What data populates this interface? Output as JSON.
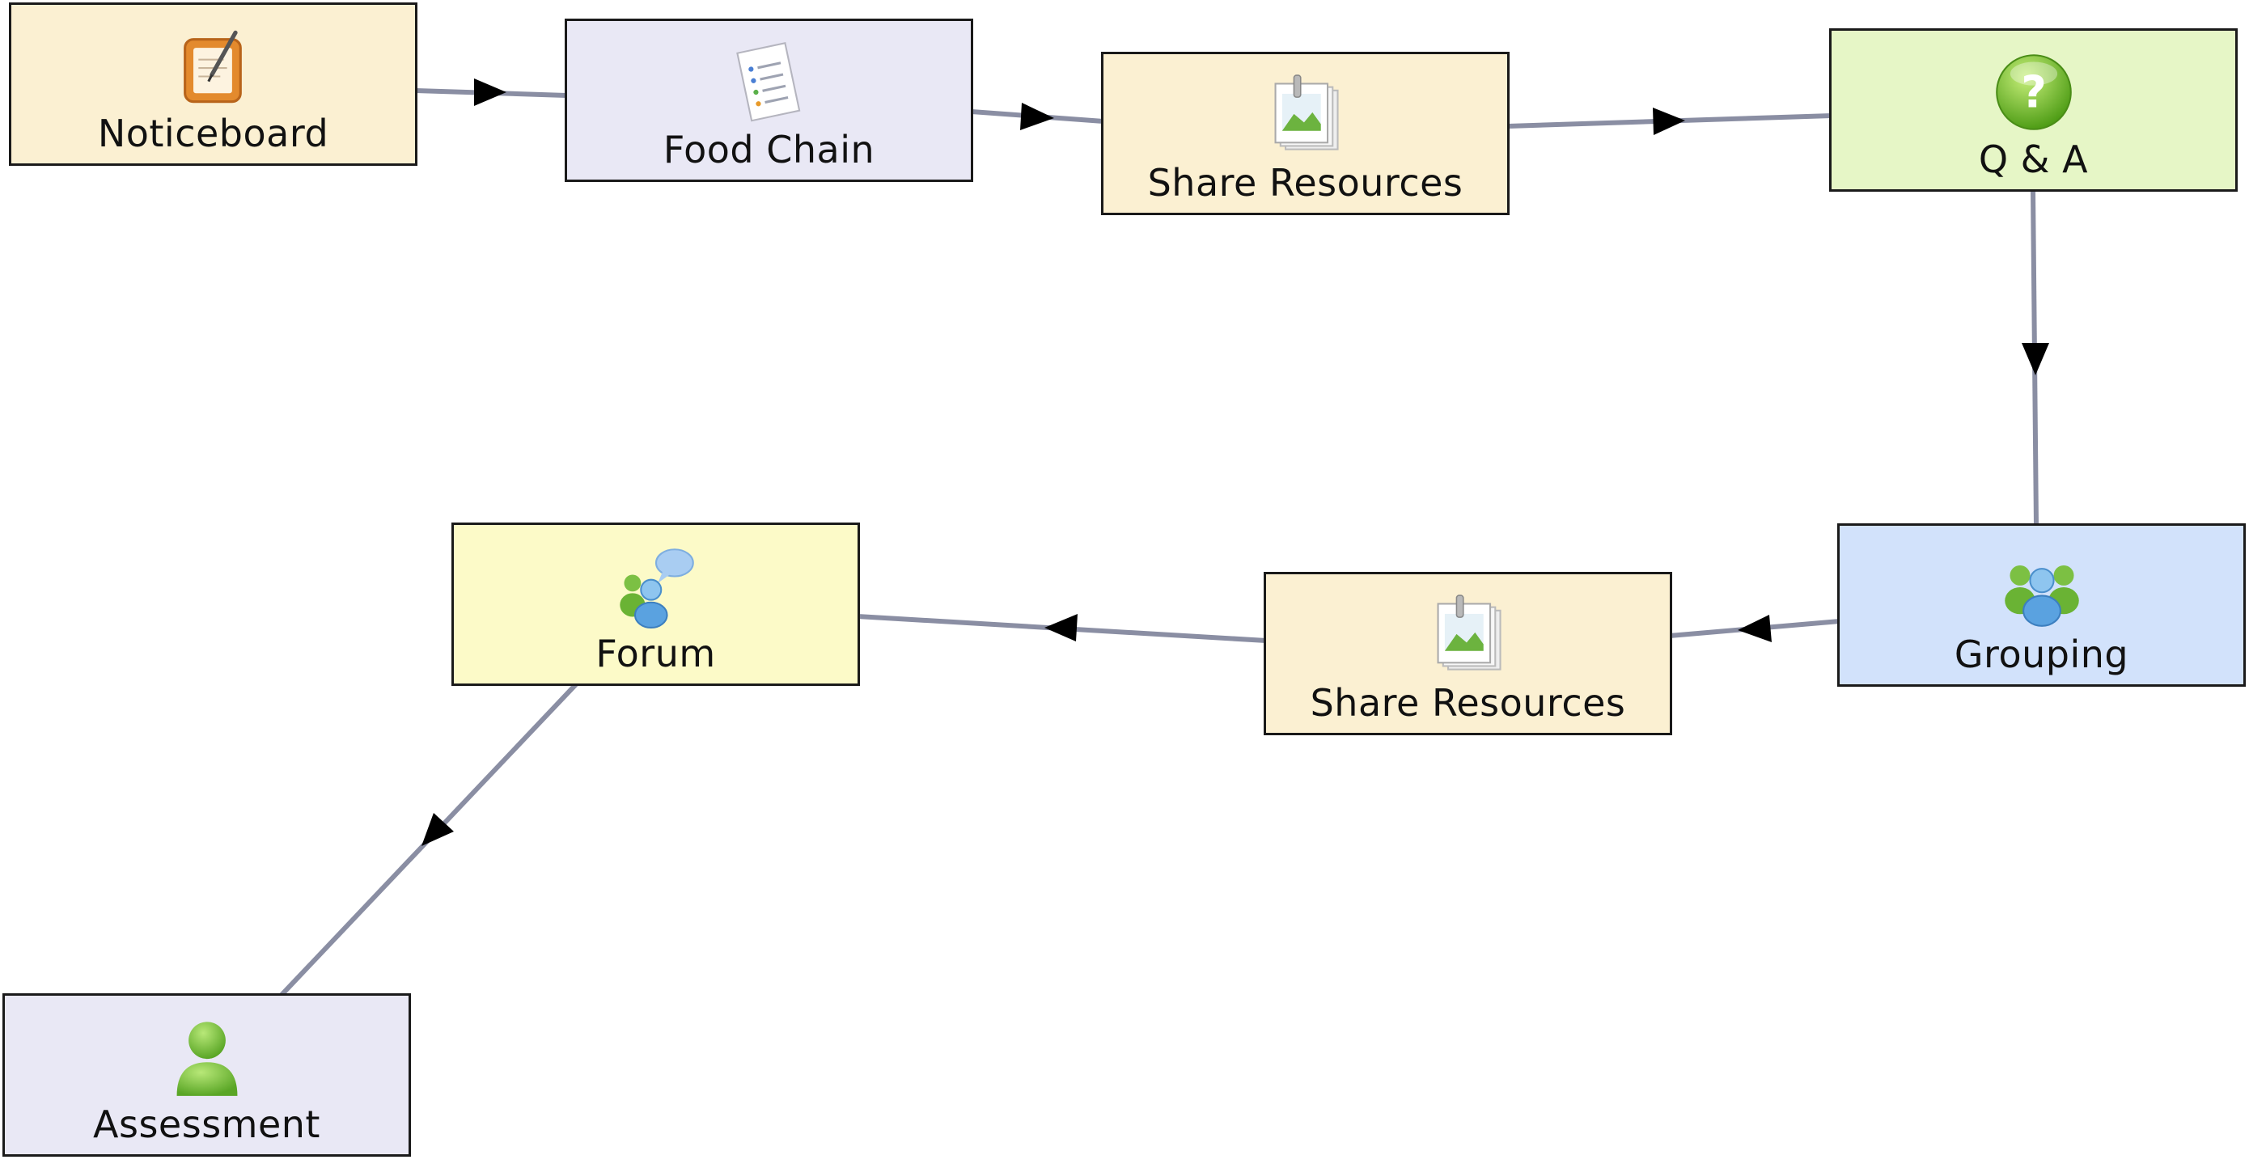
{
  "diagram": {
    "nodes": [
      {
        "id": "noticeboard",
        "label": "Noticeboard",
        "icon": "noticeboard-icon",
        "fill": "#fbf0d2"
      },
      {
        "id": "foodchain",
        "label": "Food Chain",
        "icon": "document-list-icon",
        "fill": "#e9e8f5"
      },
      {
        "id": "share1",
        "label": "Share Resources",
        "icon": "photo-stack-icon",
        "fill": "#fbf0d2"
      },
      {
        "id": "qa",
        "label": "Q & A",
        "icon": "question-mark-icon",
        "fill": "#e6f6c6"
      },
      {
        "id": "grouping",
        "label": "Grouping",
        "icon": "user-group-icon",
        "fill": "#d2e2fb"
      },
      {
        "id": "share2",
        "label": "Share Resources",
        "icon": "photo-stack-icon",
        "fill": "#fbf0d2"
      },
      {
        "id": "forum",
        "label": "Forum",
        "icon": "forum-chat-icon",
        "fill": "#fcfac8"
      },
      {
        "id": "assessment",
        "label": "Assessment",
        "icon": "user-icon",
        "fill": "#e9e8f5"
      }
    ],
    "edges": [
      {
        "from": "noticeboard",
        "to": "foodchain"
      },
      {
        "from": "foodchain",
        "to": "share1"
      },
      {
        "from": "share1",
        "to": "qa"
      },
      {
        "from": "qa",
        "to": "grouping"
      },
      {
        "from": "grouping",
        "to": "share2"
      },
      {
        "from": "share2",
        "to": "forum"
      },
      {
        "from": "forum",
        "to": "assessment"
      }
    ],
    "edge_color": "#8a8ea3",
    "arrow_color": "#000000"
  }
}
